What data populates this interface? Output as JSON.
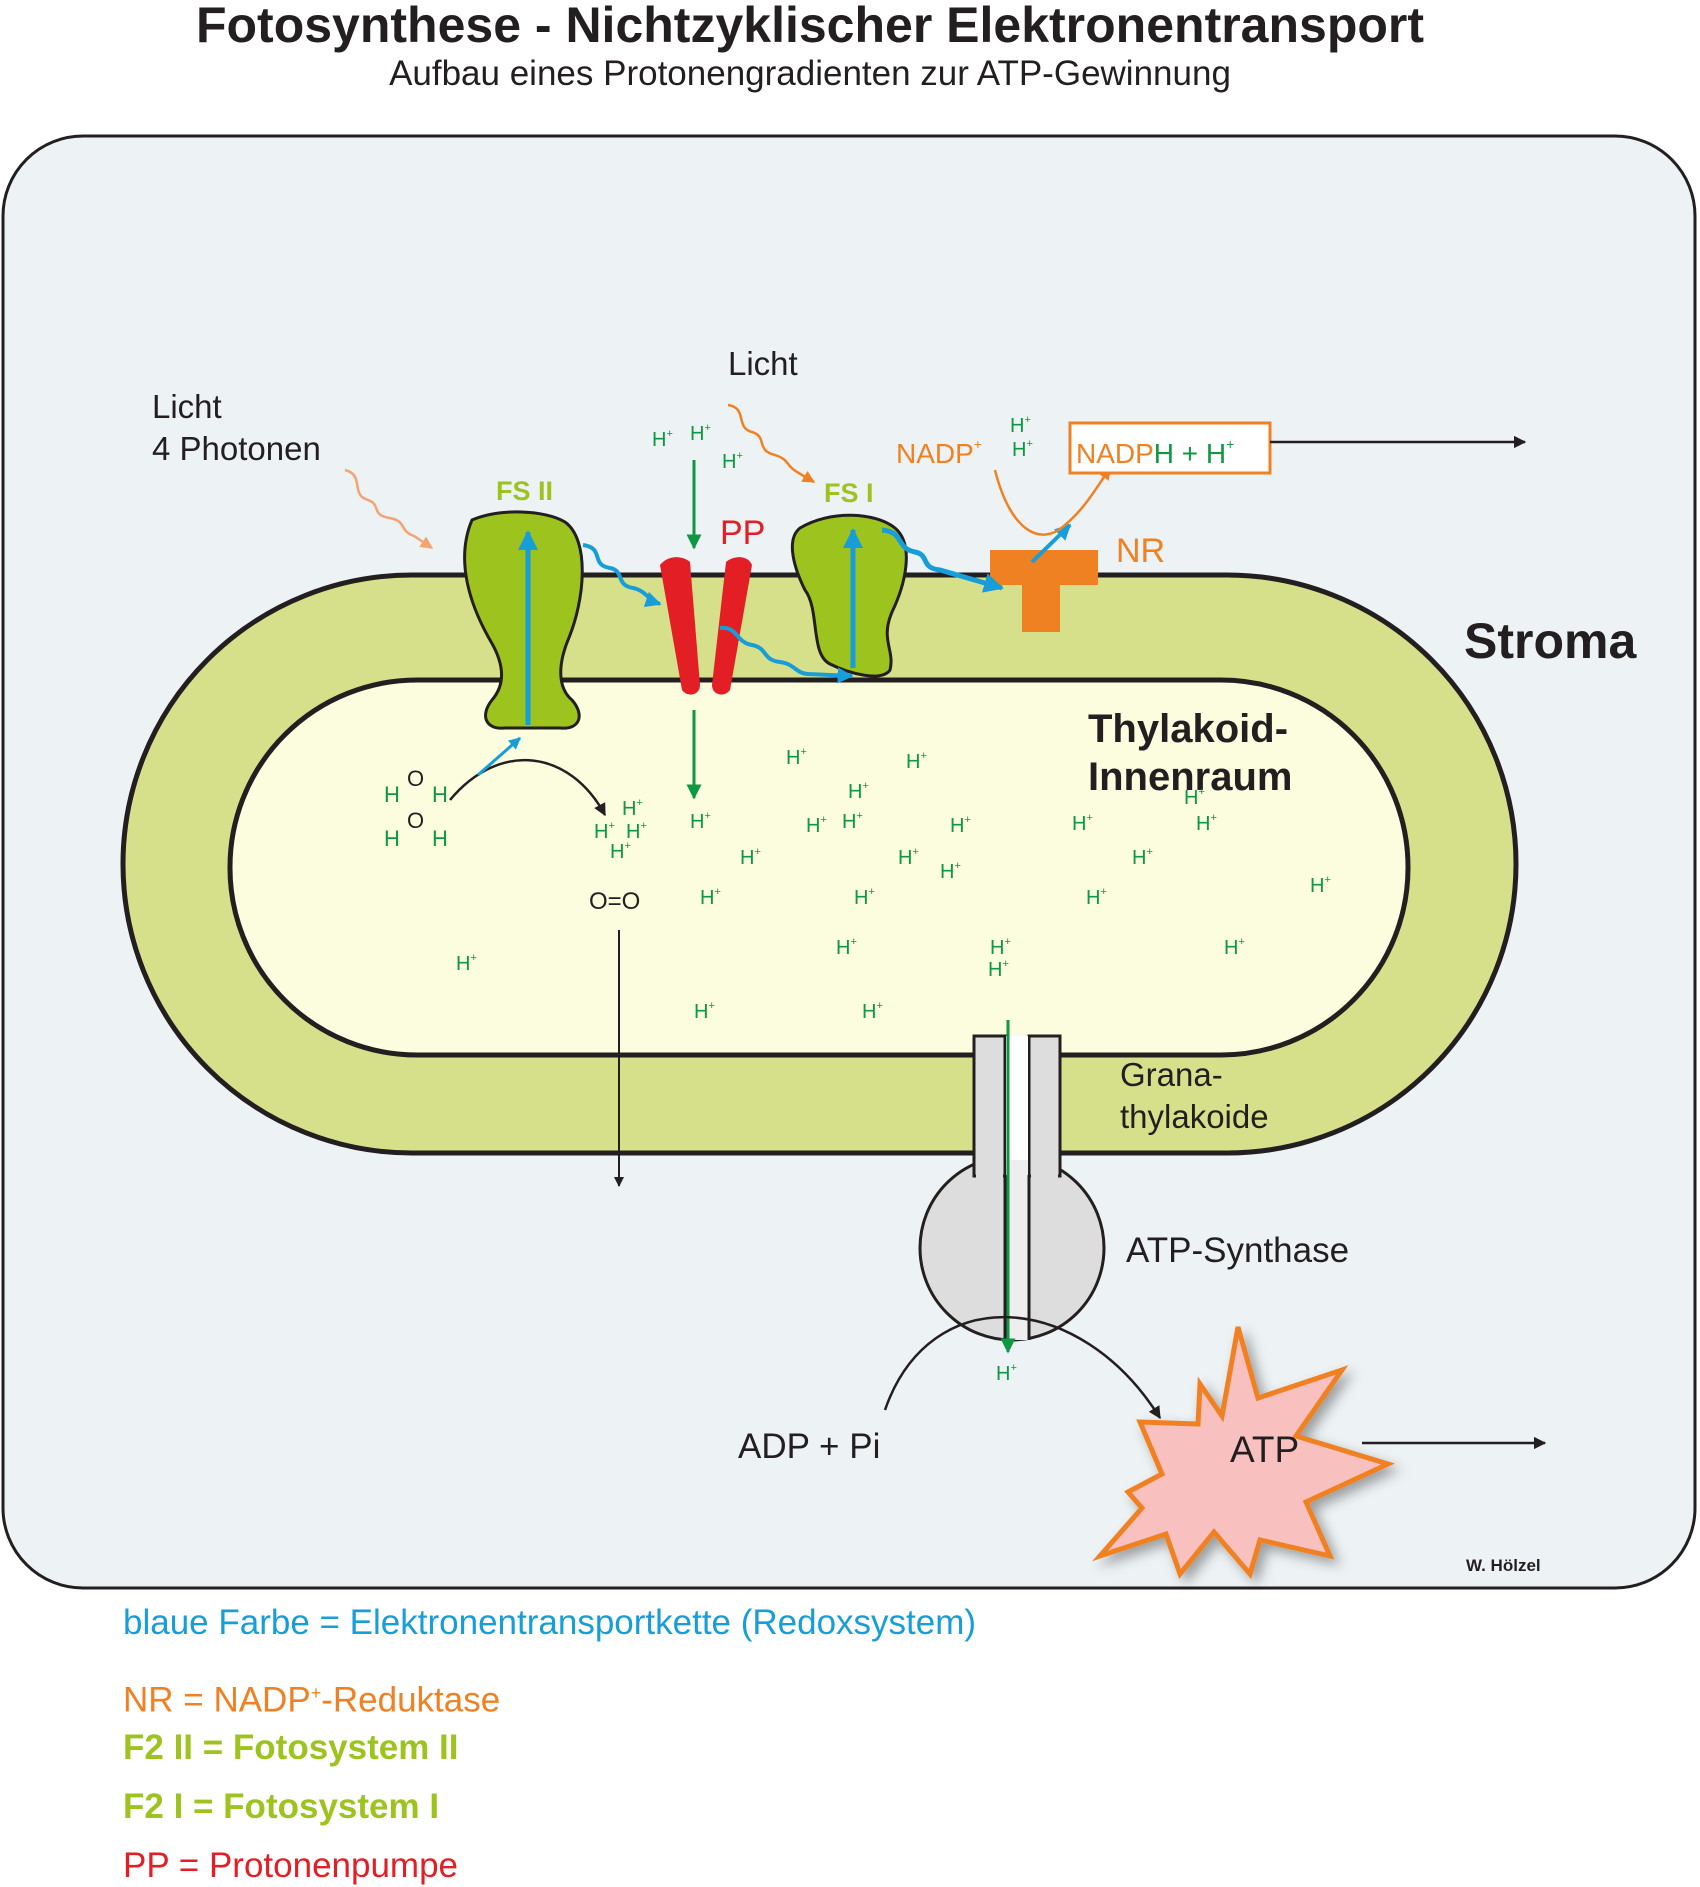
{
  "title": "Fotosynthese - Nichtzyklischer Elektronentransport",
  "subtitle": "Aufbau eines Protonengradienten zur ATP-Gewinnung",
  "colors": {
    "stroma_bg": "#edf2f4",
    "membrane": "#d6e08a",
    "lumen": "#fcfcde",
    "photosystem": "#9dc31f",
    "electron_blue": "#179ed9",
    "proton_green": "#0f9744",
    "nr_orange": "#f08122",
    "pp_red": "#e31e25",
    "atp_fill": "#f8c0be"
  },
  "labels": {
    "light_left_1": "Licht",
    "light_left_2": "4 Photonen",
    "light_top": "Licht",
    "fs2": "FS II",
    "fs1": "FS I",
    "pp": "PP",
    "nr": "NR",
    "nadp": "NADP",
    "nadph_a": "NADP",
    "nadph_b": "H + H",
    "stroma": "Stroma",
    "lumen_1": "Thylakoid-",
    "lumen_2": "Innenraum",
    "grana_1": "Grana-",
    "grana_2": "thylakoide",
    "atp_synthase": "ATP-Synthase",
    "adp": "ADP + Pi",
    "atp": "ATP",
    "author": "W. Hölzel",
    "proton": "H",
    "plus": "+",
    "h": "H",
    "o": "O",
    "o2": "O=O"
  },
  "legend": [
    {
      "text": "blaue Farbe = Elektronentransportkette (Redoxsystem)",
      "color": "#179ed9",
      "bold": false
    },
    {
      "text": "NR = NADP",
      "sup": "+",
      "text2": "-Reduktase",
      "color": "#f08122",
      "bold": false
    },
    {
      "text": "F2 II = Fotosystem II",
      "color": "#9dc31f",
      "bold": true
    },
    {
      "text": "F2 I = Fotosystem I",
      "color": "#9dc31f",
      "bold": true
    },
    {
      "text": "PP = Protonenpumpe",
      "color": "#e31e25",
      "bold": false
    }
  ]
}
